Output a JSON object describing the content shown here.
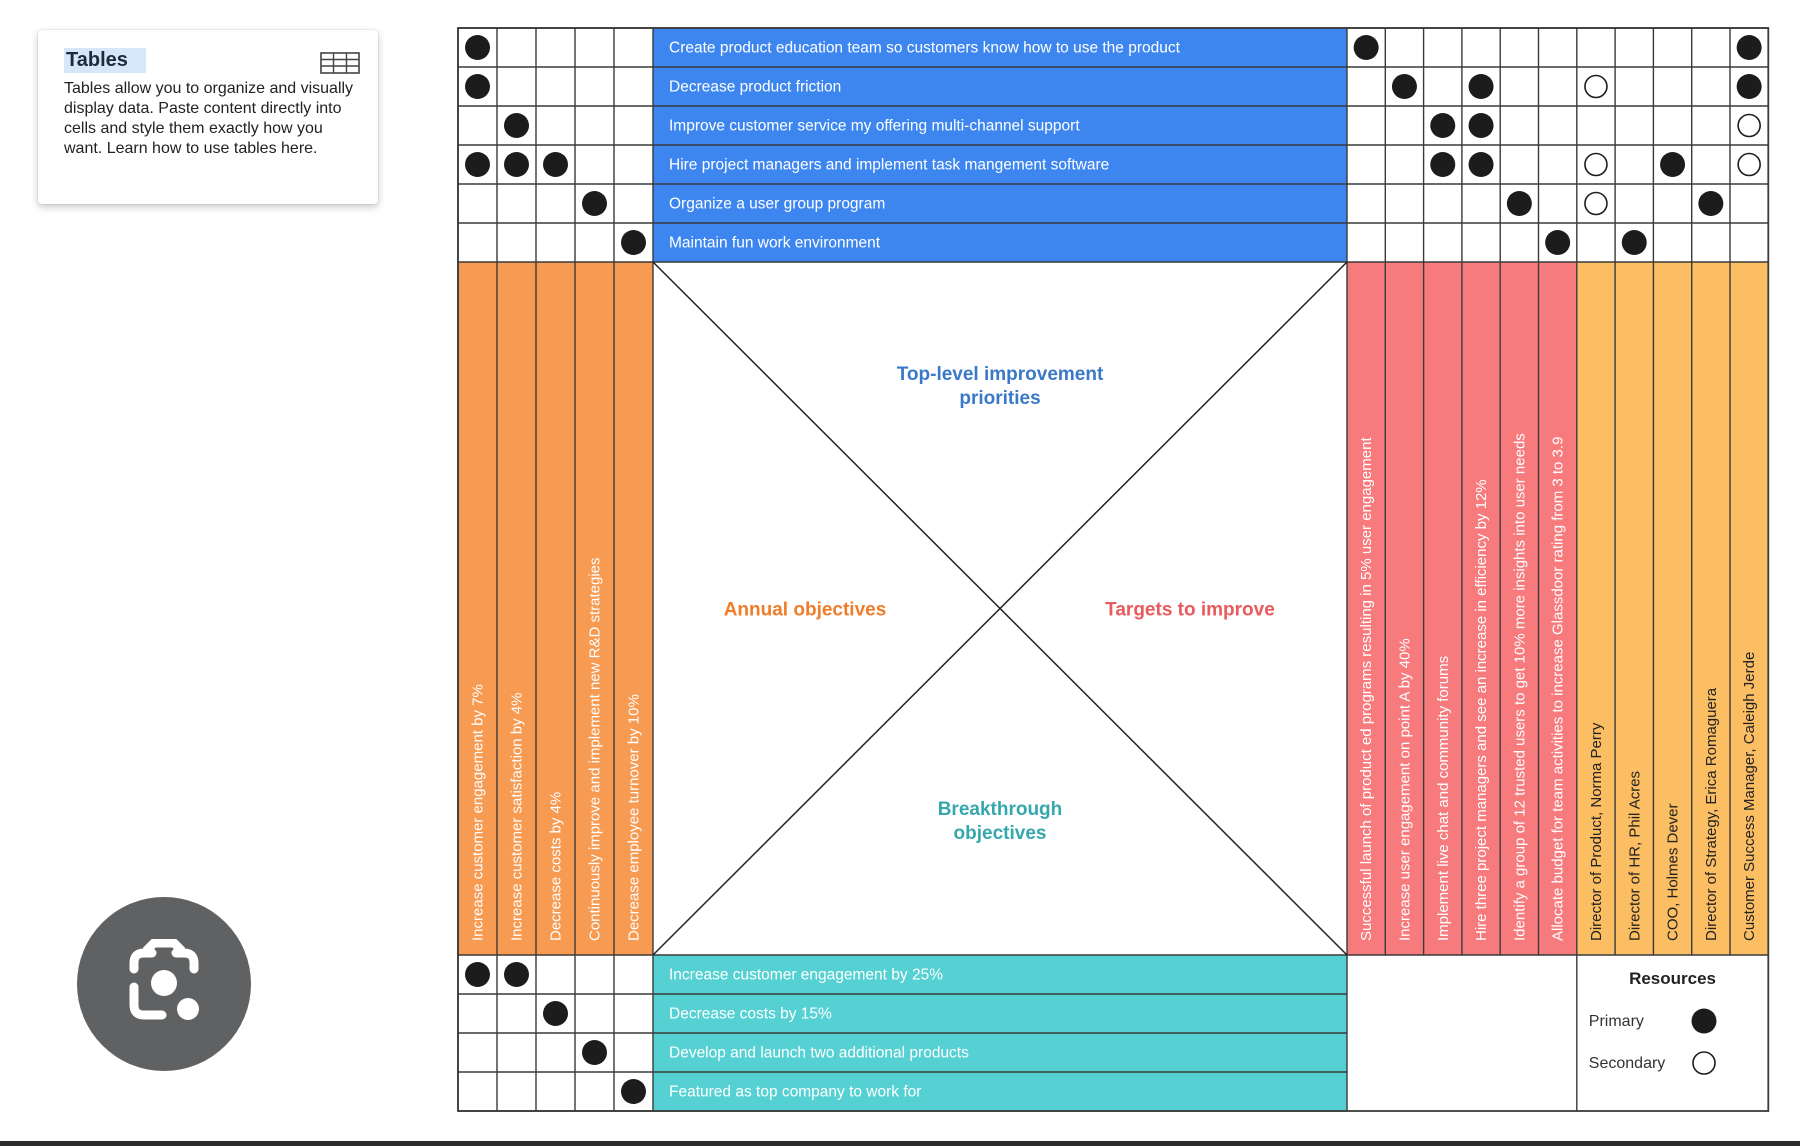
{
  "card": {
    "title": "Tables",
    "body": "Tables allow you to organize and visually display data. Paste content directly into cells and style them exactly how you want. Learn how to use tables here."
  },
  "center_labels": {
    "top": [
      "Top-level improvement",
      "priorities"
    ],
    "left": "Annual objectives",
    "right": "Targets to improve",
    "bottom": [
      "Breakthrough",
      "objectives"
    ]
  },
  "priorities": [
    "Create product education team so customers know how to use the product",
    "Decrease product friction",
    "Improve customer service my offering multi-channel support",
    "Hire project managers and implement task mangement software",
    "Organize a user group program",
    "Maintain fun work environment"
  ],
  "annual_objectives": [
    "Increase customer engagement by 7%",
    "Increase customer satisfaction by 4%",
    "Decrease costs by 4%",
    "Continuously improve and implement  new R&D strategies",
    "Decrease employee turnover by 10%"
  ],
  "breakthrough_objectives": [
    "Increase customer engagement by 25%",
    "Decrease costs by 15%",
    "Develop and launch two additional products",
    "Featured as top company to work for"
  ],
  "targets": [
    "Successful launch of product ed programs resulting in 5% user engagement",
    "Increase user engagement on point A by 40%",
    "Implement live chat and community forums",
    "Hire three project managers and see an increase in efficiency by 12%",
    "Identify a group of 12 trusted users to get 10% more insights into user needs",
    "Allocate budget for team activities to increase Glassdoor rating from 3 to 3.9"
  ],
  "resources": [
    "Director of Product, Norma Perry",
    "Director of HR, Phil Acres",
    "COO, Holmes Dever",
    "Director of Strategy, Erica Romaguera",
    "Customer Success Manager, Caleigh Jerde"
  ],
  "legend": {
    "title": "Resources",
    "primary": "Primary",
    "secondary": "Secondary"
  },
  "marks": {
    "top_left": [
      {
        "row": 0,
        "col": 0,
        "type": "primary"
      },
      {
        "row": 1,
        "col": 0,
        "type": "primary"
      },
      {
        "row": 2,
        "col": 1,
        "type": "primary"
      },
      {
        "row": 3,
        "col": 0,
        "type": "primary"
      },
      {
        "row": 3,
        "col": 1,
        "type": "primary"
      },
      {
        "row": 3,
        "col": 2,
        "type": "primary"
      },
      {
        "row": 4,
        "col": 3,
        "type": "primary"
      },
      {
        "row": 5,
        "col": 4,
        "type": "primary"
      }
    ],
    "top_right": [
      {
        "row": 0,
        "col": 0,
        "type": "primary"
      },
      {
        "row": 0,
        "col": 10,
        "type": "primary"
      },
      {
        "row": 1,
        "col": 1,
        "type": "primary"
      },
      {
        "row": 1,
        "col": 3,
        "type": "primary"
      },
      {
        "row": 1,
        "col": 6,
        "type": "secondary"
      },
      {
        "row": 1,
        "col": 10,
        "type": "primary"
      },
      {
        "row": 2,
        "col": 2,
        "type": "primary"
      },
      {
        "row": 2,
        "col": 3,
        "type": "primary"
      },
      {
        "row": 2,
        "col": 10,
        "type": "secondary"
      },
      {
        "row": 3,
        "col": 2,
        "type": "primary"
      },
      {
        "row": 3,
        "col": 3,
        "type": "primary"
      },
      {
        "row": 3,
        "col": 6,
        "type": "secondary"
      },
      {
        "row": 3,
        "col": 8,
        "type": "primary"
      },
      {
        "row": 3,
        "col": 10,
        "type": "secondary"
      },
      {
        "row": 4,
        "col": 4,
        "type": "primary"
      },
      {
        "row": 4,
        "col": 6,
        "type": "secondary"
      },
      {
        "row": 4,
        "col": 9,
        "type": "primary"
      },
      {
        "row": 5,
        "col": 5,
        "type": "primary"
      },
      {
        "row": 5,
        "col": 7,
        "type": "primary"
      }
    ],
    "bottom_left": [
      {
        "row": 0,
        "col": 0,
        "type": "primary"
      },
      {
        "row": 0,
        "col": 1,
        "type": "primary"
      },
      {
        "row": 1,
        "col": 2,
        "type": "primary"
      },
      {
        "row": 2,
        "col": 3,
        "type": "primary"
      },
      {
        "row": 3,
        "col": 4,
        "type": "primary"
      }
    ]
  },
  "colors": {
    "priority": "#3d86f0",
    "annual": "#f79a52",
    "breakthrough": "#55d1d3",
    "target": "#f77a7d",
    "resource": "#fbbe63",
    "top_label": "#3a78c9",
    "left_label": "#f07d2a",
    "right_label": "#e85a5e",
    "bottom_label": "#35a8ad",
    "grid": "#3a3a3a"
  }
}
